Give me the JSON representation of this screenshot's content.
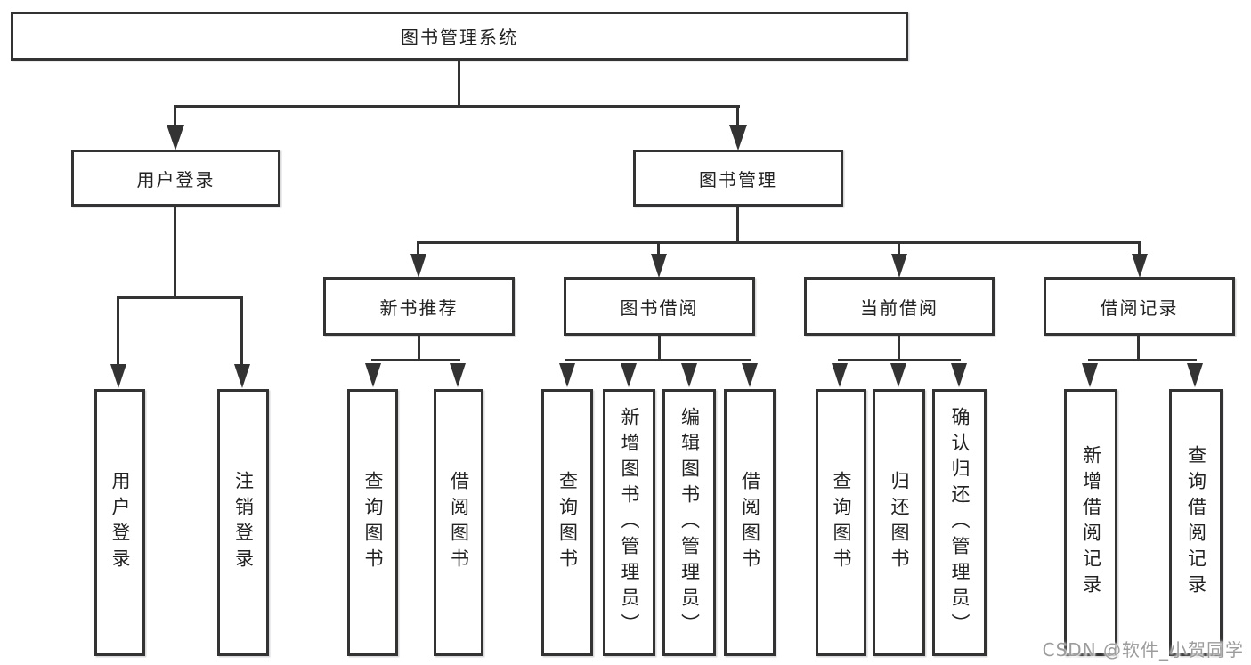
{
  "root": {
    "label": "图书管理系统"
  },
  "branches": {
    "user_login": {
      "label": "用户登录"
    },
    "book_management": {
      "label": "图书管理"
    }
  },
  "modules": {
    "new_books": {
      "label": "新书推荐"
    },
    "book_borrow": {
      "label": "图书借阅"
    },
    "current_borrow": {
      "label": "当前借阅"
    },
    "borrow_records": {
      "label": "借阅记录"
    }
  },
  "leaves": {
    "user_login": [
      "用户登录",
      "注销登录"
    ],
    "new_books": [
      "查询图书",
      "借阅图书"
    ],
    "book_borrow": [
      "查询图书",
      "新增图书（管理员）",
      "编辑图书（管理员）",
      "借阅图书"
    ],
    "current_borrow": [
      "查询图书",
      "归还图书",
      "确认归还（管理员）"
    ],
    "borrow_records": [
      "新增借阅记录",
      "查询借阅记录"
    ]
  },
  "watermark": {
    "text": "CSDN @软件_小贺同学"
  },
  "colors": {
    "line": "#333333",
    "box_border": "#333333",
    "box_fill": "#ffffff",
    "text": "#222222",
    "watermark": "#9c9c9c",
    "background": "#ffffff"
  }
}
